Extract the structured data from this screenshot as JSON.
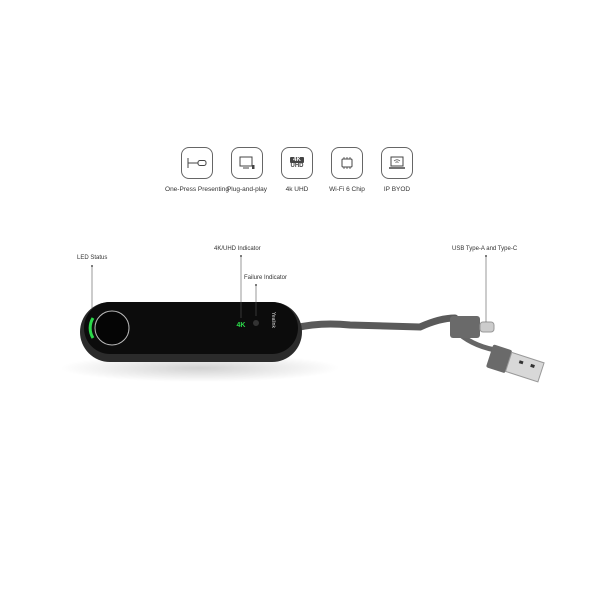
{
  "features": [
    {
      "label": "One-Press Presenting",
      "icon": "button-cable-icon"
    },
    {
      "label": "Plug-and-play",
      "icon": "monitor-plug-icon"
    },
    {
      "label": "4k UHD",
      "icon": "4k-uhd-icon",
      "badge_top": "4K",
      "badge_bottom": "UHD"
    },
    {
      "label": "Wi-Fi 6 Chip",
      "icon": "chip-icon"
    },
    {
      "label": "IP BYOD",
      "icon": "laptop-wifi-icon"
    }
  ],
  "callouts": {
    "led": "LED Status",
    "uhd": "4K/UHD Indicator",
    "failure": "Failure Indicator",
    "usb": "USB Type-A and Type-C"
  },
  "device": {
    "brand": "Yealink",
    "indicator": "4K"
  },
  "colors": {
    "led": "#2bd94a",
    "body": "#111111",
    "cable": "#5a5a5a"
  }
}
